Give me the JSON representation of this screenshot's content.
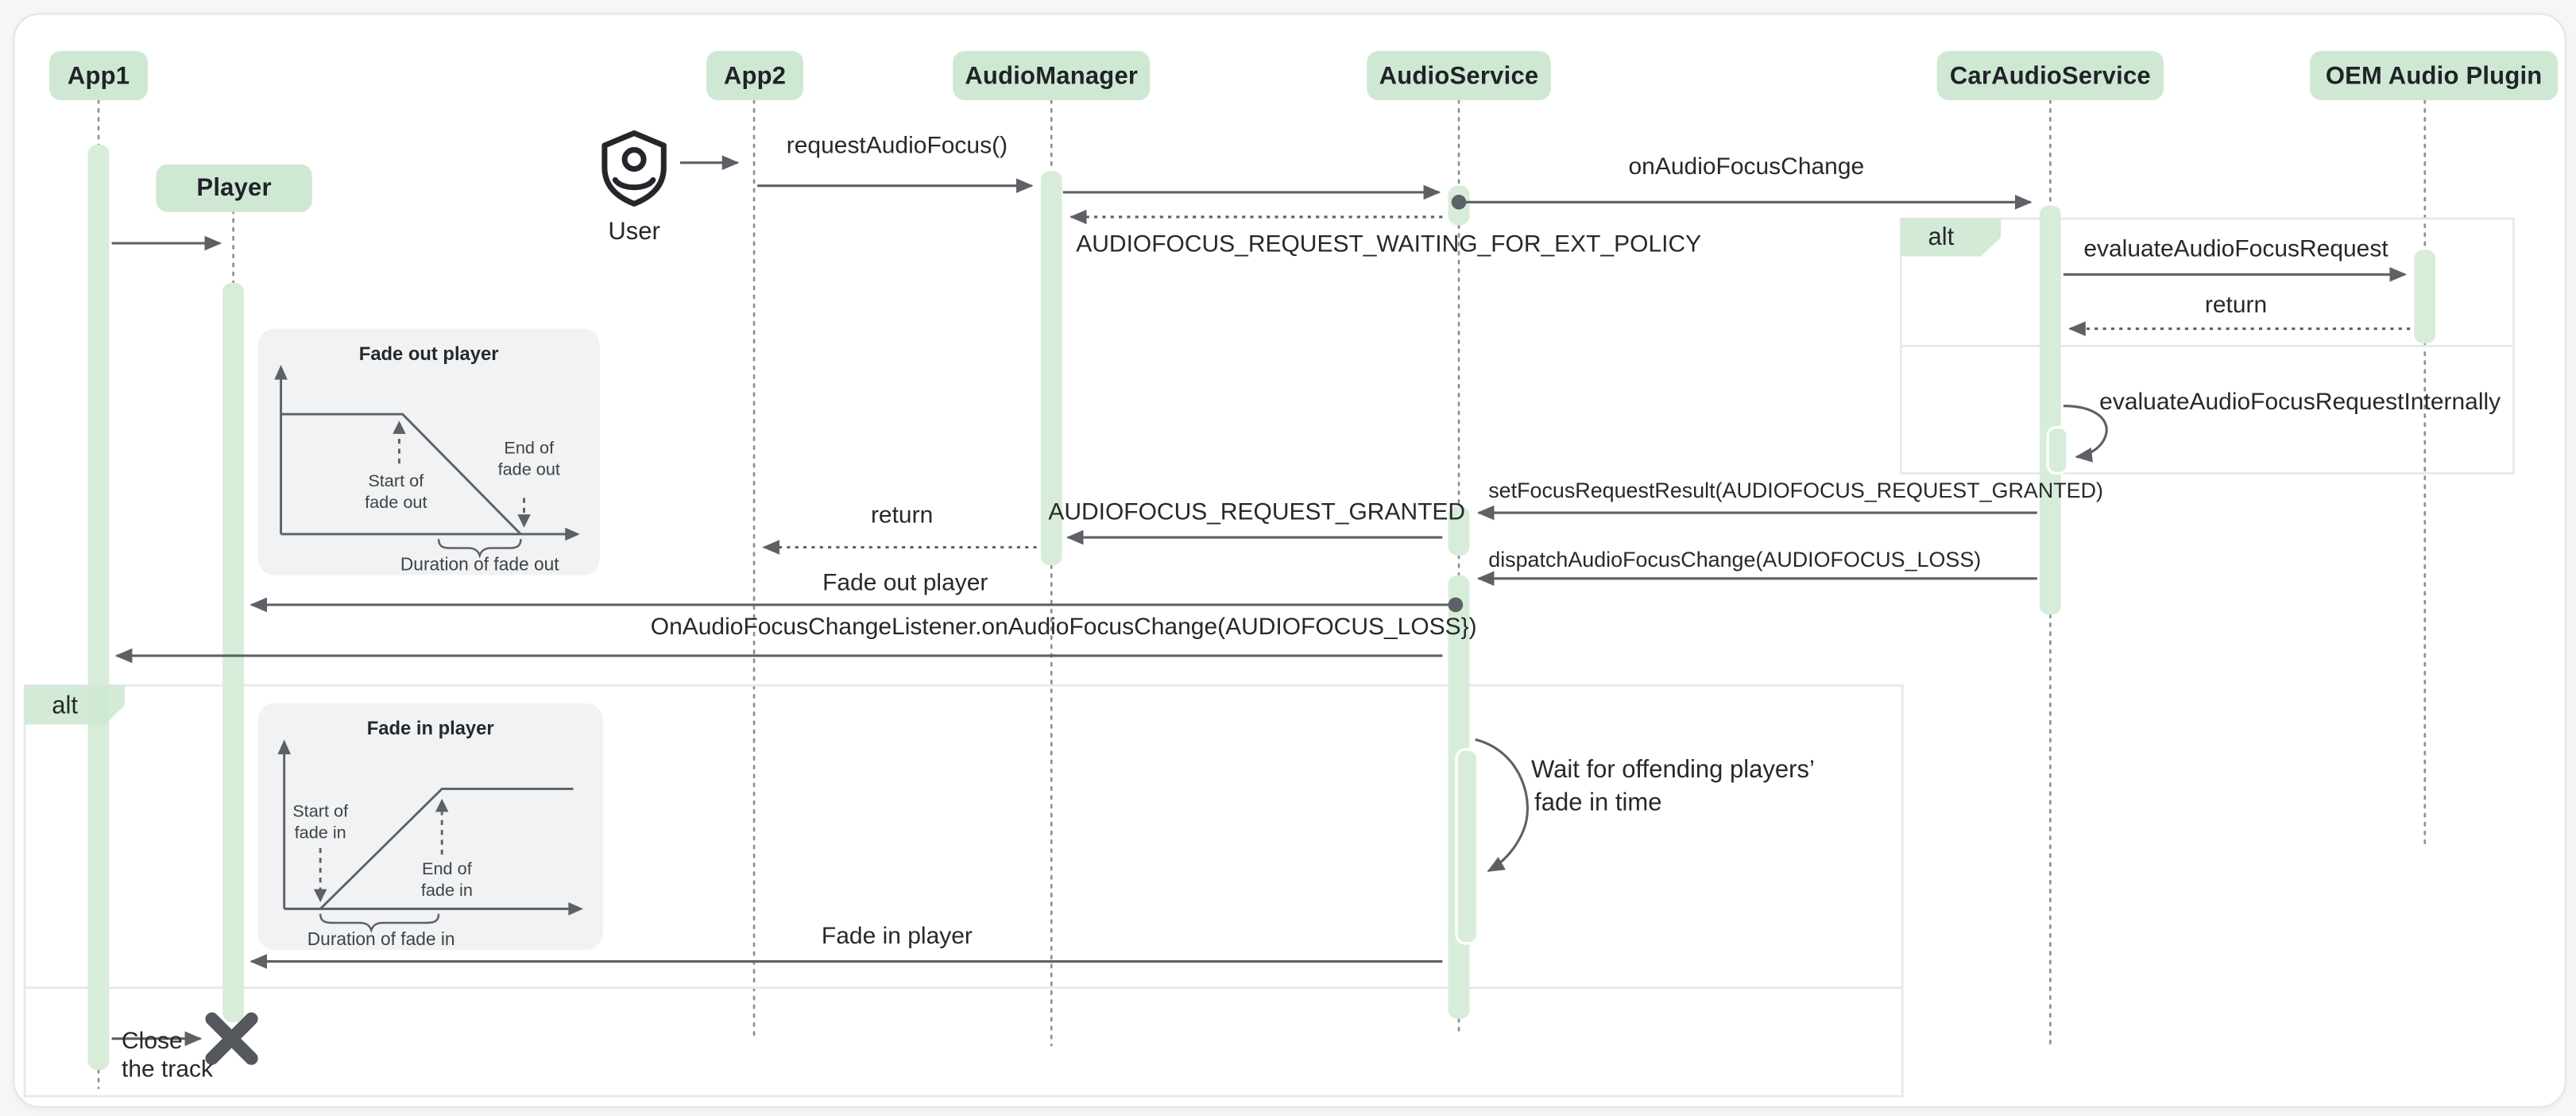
{
  "colors": {
    "page_bg": "#f4f6f7",
    "card_bg": "#ffffff",
    "participant_fill": "#cfe8d3",
    "activation_fill": "#d8ecda",
    "arrow": "#5d6165",
    "text": "#26292c",
    "inset_bg": "#f0f2f3",
    "frame_border": "#e6e8eb",
    "lifeline": "#8b9095",
    "destroy_x": "#54585c"
  },
  "participants": [
    {
      "label": "App1"
    },
    {
      "label": "Player"
    },
    {
      "label": "App2"
    },
    {
      "label": "AudioManager"
    },
    {
      "label": "AudioService"
    },
    {
      "label": "CarAudioService"
    },
    {
      "label": "OEM Audio Plugin"
    }
  ],
  "actor": {
    "label": "User"
  },
  "fragments": {
    "policy_alt_label": "alt",
    "player_alt_label": "alt"
  },
  "messages": {
    "request_audio_focus": "requestAudioFocus()",
    "on_audio_focus_change": "onAudioFocusChange",
    "request_waiting": "AUDIOFOCUS_REQUEST_WAITING_FOR_EXT_POLICY",
    "evaluate_request": "evaluateAudioFocusRequest",
    "evaluate_return": "return",
    "evaluate_internally": "evaluateAudioFocusRequestInternally",
    "set_focus_result": "setFocusRequestResult(AUDIOFOCUS_REQUEST_GRANTED)",
    "request_granted": "AUDIOFOCUS_REQUEST_GRANTED",
    "granted_return": "return",
    "dispatch_change": "dispatchAudioFocusChange(AUDIOFOCUS_LOSS)",
    "fade_out_player": "Fade out player",
    "focus_change_listener": "OnAudioFocusChangeListener.onAudioFocusChange(AUDIOFOCUS_LOSS})",
    "fade_in_player": "Fade in player",
    "close_line1": "Close",
    "close_line2": "the track"
  },
  "note": {
    "line1": "Wait for offending players’",
    "line2": "fade in time"
  },
  "fade_out_inset": {
    "title": "Fade out player",
    "start1": "Start of",
    "start2": "fade out",
    "end1": "End of",
    "end2": "fade out",
    "duration": "Duration of fade out"
  },
  "fade_in_inset": {
    "title": "Fade in player",
    "start1": "Start of",
    "start2": "fade in",
    "end1": "End of",
    "end2": "fade in",
    "duration": "Duration of fade in"
  }
}
